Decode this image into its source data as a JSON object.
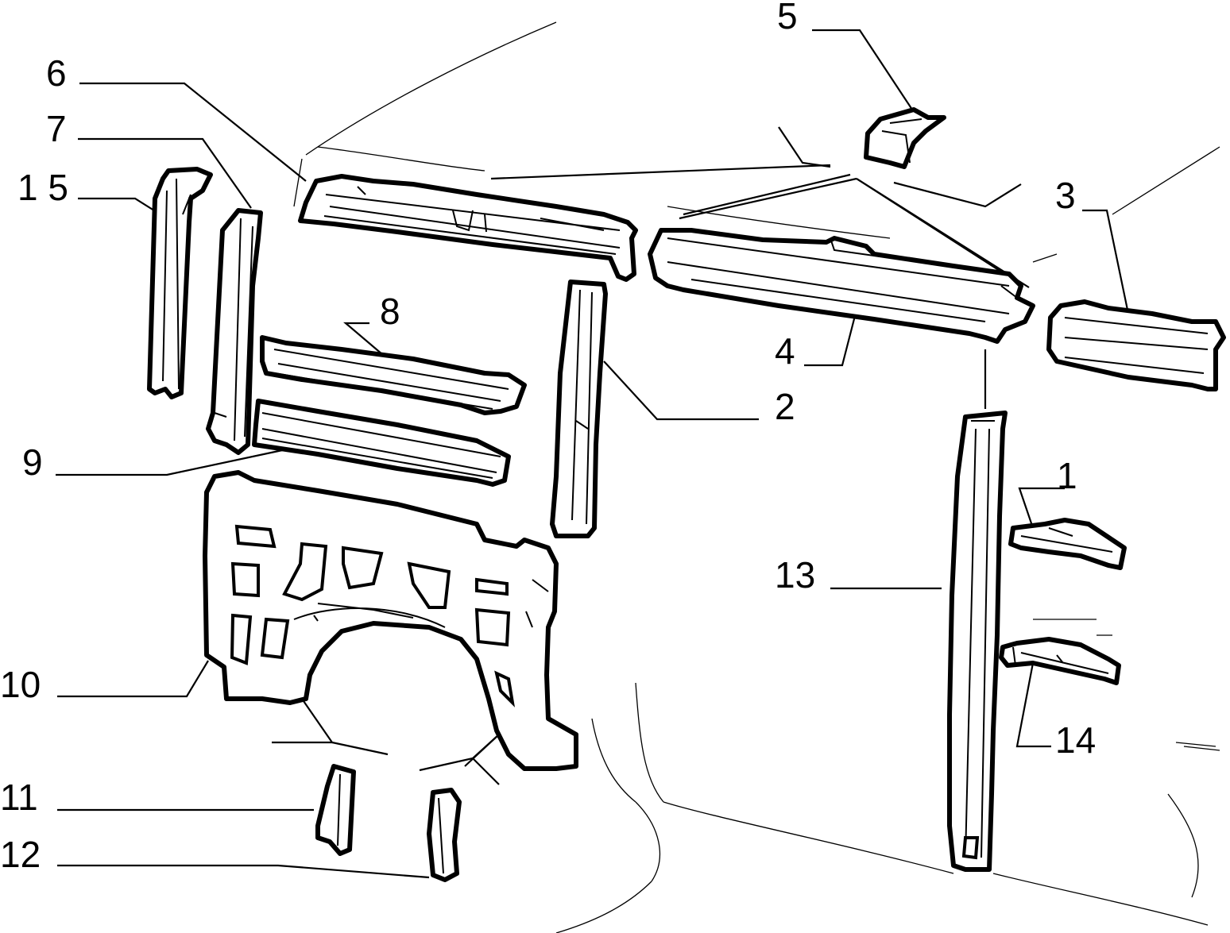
{
  "callouts": [
    {
      "id": "part-1",
      "label": "1"
    },
    {
      "id": "part-2",
      "label": "2"
    },
    {
      "id": "part-3",
      "label": "3"
    },
    {
      "id": "part-4",
      "label": "4"
    },
    {
      "id": "part-5",
      "label": "5"
    },
    {
      "id": "part-6",
      "label": "6"
    },
    {
      "id": "part-7",
      "label": "7"
    },
    {
      "id": "part-8",
      "label": "8"
    },
    {
      "id": "part-9",
      "label": "9"
    },
    {
      "id": "part-10",
      "label": "10"
    },
    {
      "id": "part-11",
      "label": "11"
    },
    {
      "id": "part-12",
      "label": "12"
    },
    {
      "id": "part-13",
      "label": "13"
    },
    {
      "id": "part-14",
      "label": "14"
    },
    {
      "id": "part-15",
      "label": "1 5"
    }
  ]
}
